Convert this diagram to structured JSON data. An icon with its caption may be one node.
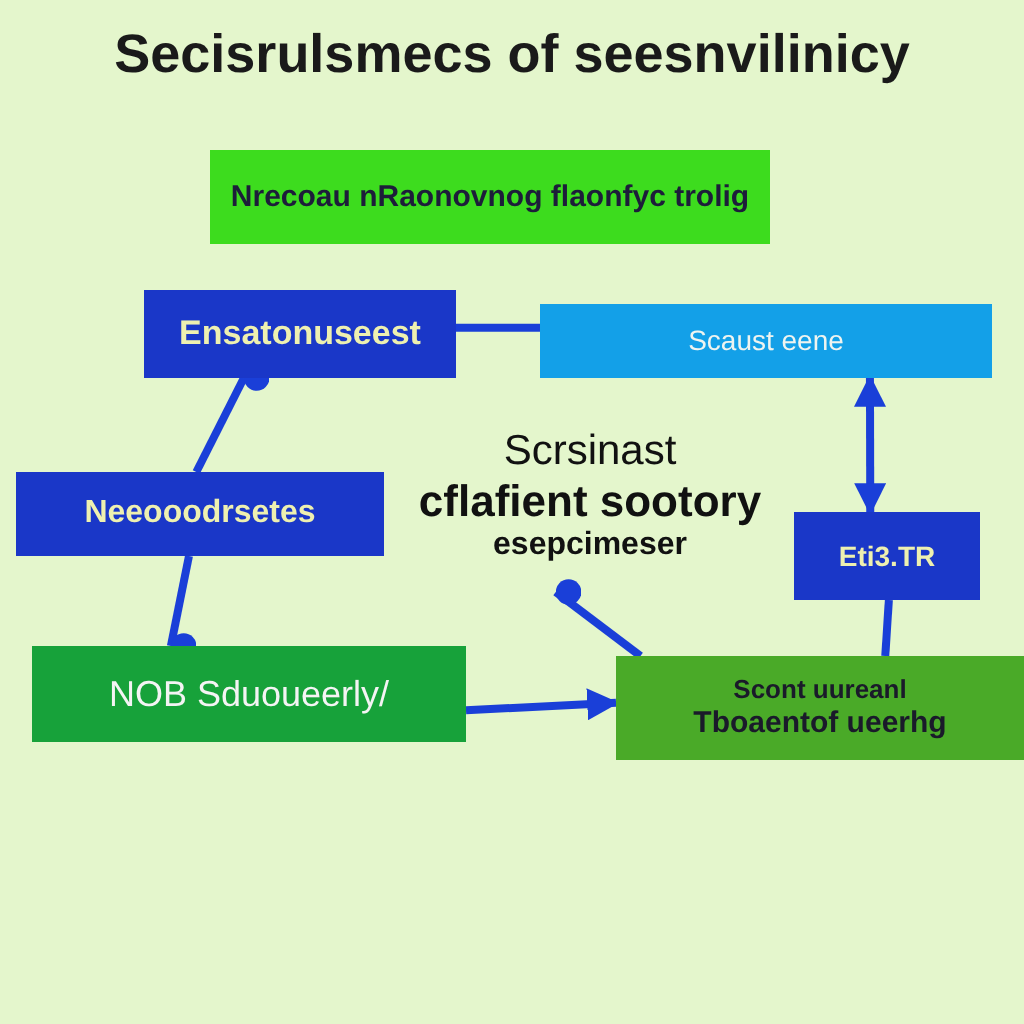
{
  "diagram": {
    "title": "Secisrulsmecs of seesnvilinicy",
    "nodes": [
      {
        "text": [
          "Nrecoau nRaonovnog flaonfyc trolig"
        ]
      },
      {
        "text": [
          "Ensatonuseest"
        ]
      },
      {
        "text": [
          "Scaust eene"
        ]
      },
      {
        "text": [
          "Neeooodrsetes"
        ]
      },
      {
        "text": [
          "Scrsinast",
          "cflafient sootory",
          "esepcimeser"
        ]
      },
      {
        "text": [
          "Eti3.TR"
        ]
      },
      {
        "text": [
          "NOB Sduoueerly/"
        ]
      },
      {
        "text": [
          "Scont uureanl",
          "Tboaentof ueerhg"
        ]
      }
    ],
    "edges": [
      {
        "from": 1,
        "to": 2,
        "arrow": "none"
      },
      {
        "from": 1,
        "to": 3,
        "arrow": "other"
      },
      {
        "from": 6,
        "to": 3,
        "arrow": "other"
      },
      {
        "from": 2,
        "to": 5,
        "arrow": "both"
      },
      {
        "from": 5,
        "to": 7,
        "arrow": "none"
      },
      {
        "from": 6,
        "to": 7,
        "arrow": "to"
      },
      {
        "from": 4,
        "to": 7,
        "arrow": "other"
      }
    ]
  }
}
